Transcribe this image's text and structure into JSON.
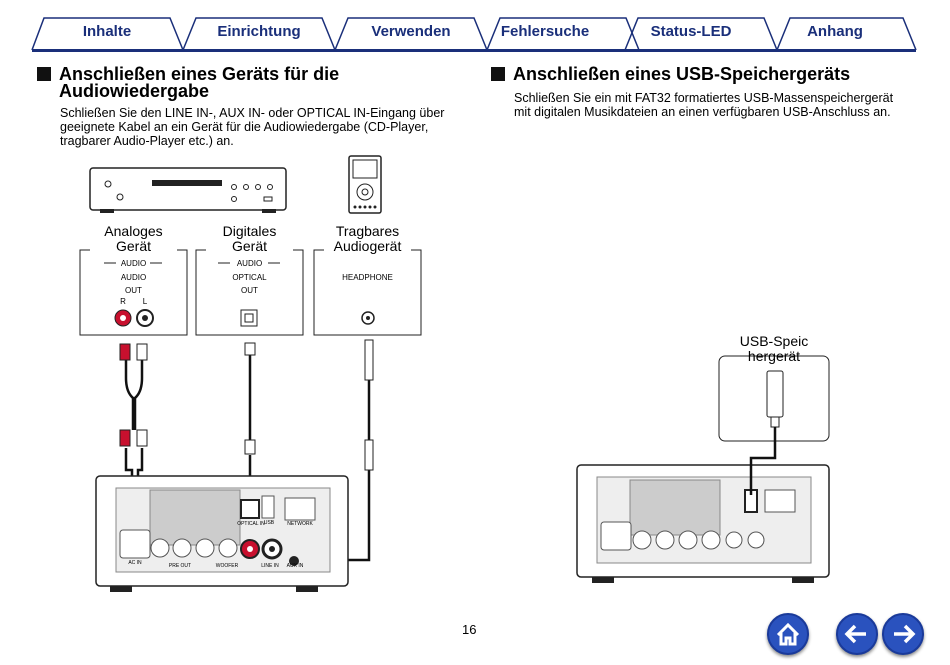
{
  "tabs": [
    {
      "label": "Inhalte"
    },
    {
      "label": "Einrichtung"
    },
    {
      "label": "Verwenden"
    },
    {
      "label": "Fehlersuche"
    },
    {
      "label": "Status-LED"
    },
    {
      "label": "Anhang"
    }
  ],
  "left": {
    "heading_line1": "Anschließen eines Geräts für die",
    "heading_line2": "Audiowiedergabe",
    "para_lines": [
      "Schließen Sie den LINE IN-, AUX IN- oder OPTICAL IN-Eingang über",
      "geeignete Kabel an ein Gerät für die Audiowiedergabe (CD-Player,",
      "tragbarer Audio-Player etc.) an."
    ],
    "devices": [
      {
        "label1": "Analoges",
        "label2": "Gerät",
        "group": "AUDIO",
        "port1": "AUDIO",
        "port2": "OUT",
        "r": "R",
        "l": "L"
      },
      {
        "label1": "Digitales",
        "label2": "Gerät",
        "group": "AUDIO",
        "port1": "OPTICAL",
        "port2": "OUT"
      },
      {
        "label1": "Tragbares",
        "label2": "Audiogerät",
        "port1": "HEADPHONE"
      }
    ],
    "rear_labels": {
      "line_in": "LINE IN",
      "aux_in": "AUX IN",
      "optical_in": "OPTICAL IN",
      "usb": "USB",
      "network": "NETWORK",
      "pre_out": "PRE OUT",
      "woofer": "WOOFER",
      "ac_in": "AC IN"
    }
  },
  "right": {
    "heading": "Anschließen eines USB-Speichergeräts",
    "para_lines": [
      "Schließen Sie ein mit FAT32 formatiertes USB-Massenspeichergerät",
      "mit digitalen Musikdateien an einen verfügbaren USB-Anschluss an."
    ],
    "usb_label1": "USB-Speic",
    "usb_label2": "hergerät"
  },
  "page_number": "16",
  "nav": {
    "home": "home-icon",
    "back": "arrow-left-icon",
    "forward": "arrow-right-icon"
  },
  "colors": {
    "tab_blue": "#1a2f7a",
    "nav_blue": "#2a52be",
    "red_jack": "#c8102e"
  }
}
